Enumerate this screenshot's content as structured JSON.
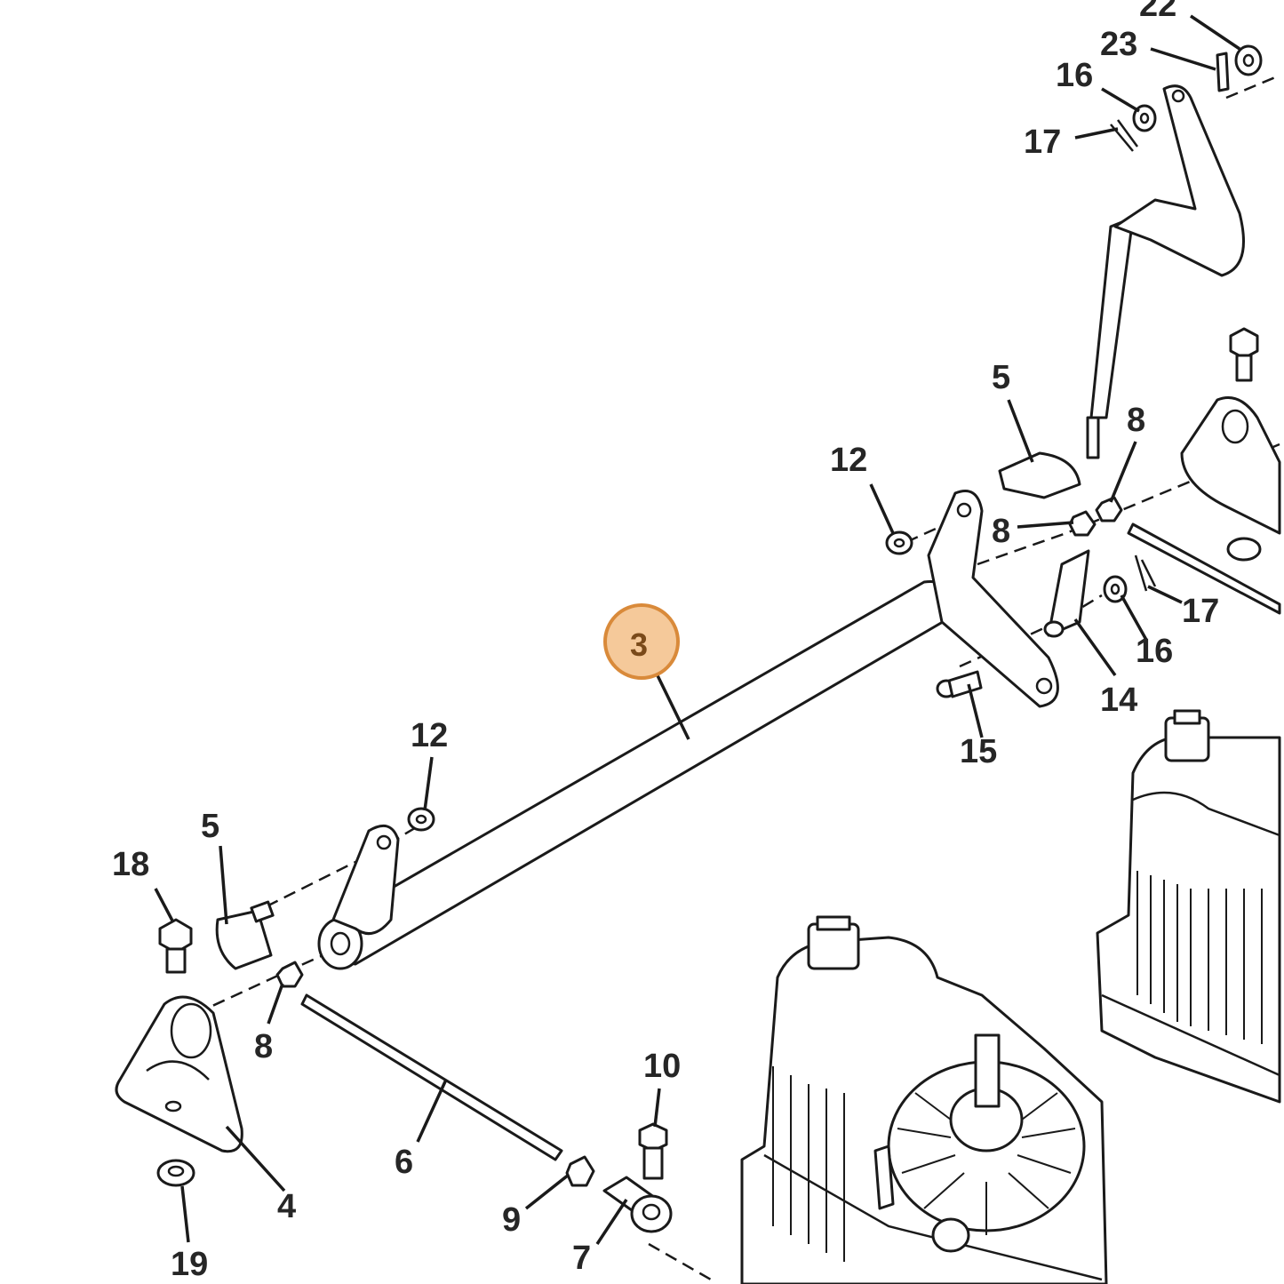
{
  "diagram": {
    "highlight_color": "#f5c99a",
    "highlight_border": "#d98a3a",
    "highlighted_callout": "3",
    "callouts": {
      "c22": "22",
      "c23": "23",
      "c16_top": "16",
      "c17_top": "17",
      "c5_right": "5",
      "c12_right": "12",
      "c8_right_top": "8",
      "c8_right_mid": "8",
      "c17_right": "17",
      "c16_right": "16",
      "c14": "14",
      "c15": "15",
      "c3": "3",
      "c12_left": "12",
      "c5_left": "5",
      "c18": "18",
      "c8_left": "8",
      "c6": "6",
      "c10": "10",
      "c9": "9",
      "c7": "7",
      "c4": "4",
      "c19": "19"
    }
  }
}
